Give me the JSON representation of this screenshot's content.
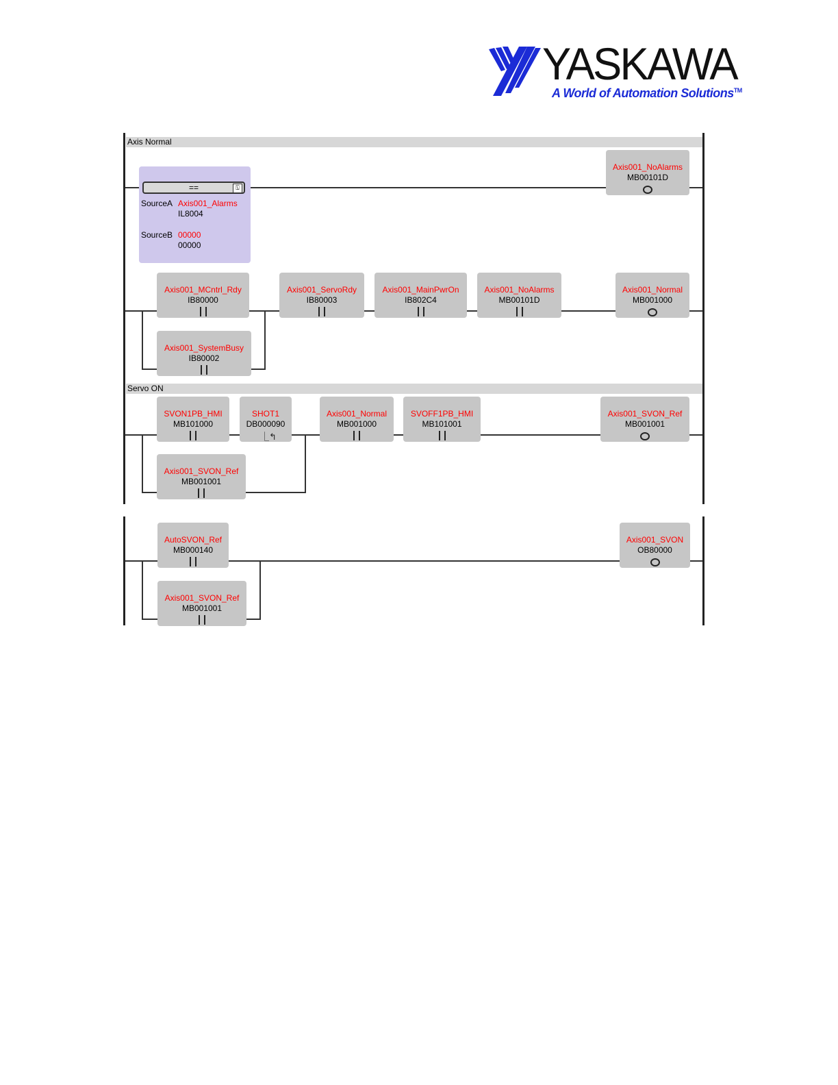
{
  "logo": {
    "name": "YASKAWA",
    "tagline": "A World of Automation Solutions",
    "trademark": "TM",
    "brand_color": "#1b2bd6"
  },
  "colors": {
    "label_red": "#ff0000",
    "element_gray": "#c6c6c6",
    "compare_purple": "#cfc8ec",
    "section_gray": "#d7d7d7"
  },
  "sections": [
    {
      "title": "Axis Normal"
    },
    {
      "title": "Servo ON"
    }
  ],
  "compare": {
    "operator": "==",
    "source_a_label": "SourceA",
    "source_a_name": "Axis001_Alarms",
    "source_a_addr": "IL8004",
    "source_b_label": "SourceB",
    "source_b_name": "00000",
    "source_b_addr": "00000"
  },
  "elements": {
    "noalarms_coil": {
      "label": "Axis001_NoAlarms",
      "addr": "MB00101D",
      "kind": "coil"
    },
    "mcntrl_rdy": {
      "label": "Axis001_MCntrl_Rdy",
      "addr": "IB80000",
      "kind": "contact"
    },
    "servo_rdy": {
      "label": "Axis001_ServoRdy",
      "addr": "IB80003",
      "kind": "contact"
    },
    "main_pwr_on": {
      "label": "Axis001_MainPwrOn",
      "addr": "IB802C4",
      "kind": "contact"
    },
    "noalarms_contact": {
      "label": "Axis001_NoAlarms",
      "addr": "MB00101D",
      "kind": "contact"
    },
    "normal_coil": {
      "label": "Axis001_Normal",
      "addr": "MB001000",
      "kind": "coil"
    },
    "system_busy": {
      "label": "Axis001_SystemBusy",
      "addr": "IB80002",
      "kind": "contact"
    },
    "svon1pb_hmi": {
      "label": "SVON1PB_HMI",
      "addr": "MB101000",
      "kind": "contact"
    },
    "shot1": {
      "label": "SHOT1",
      "addr": "DB000090",
      "kind": "edge"
    },
    "normal_contact": {
      "label": "Axis001_Normal",
      "addr": "MB001000",
      "kind": "contact"
    },
    "svoff1pb_hmi": {
      "label": "SVOFF1PB_HMI",
      "addr": "MB101001",
      "kind": "contact"
    },
    "svon_ref_coil": {
      "label": "Axis001_SVON_Ref",
      "addr": "MB001001",
      "kind": "coil"
    },
    "svon_ref_contact_1": {
      "label": "Axis001_SVON_Ref",
      "addr": "MB001001",
      "kind": "contact"
    },
    "autosvon_ref": {
      "label": "AutoSVON_Ref",
      "addr": "MB000140",
      "kind": "contact"
    },
    "svon_coil": {
      "label": "Axis001_SVON",
      "addr": "OB80000",
      "kind": "coil"
    },
    "svon_ref_contact_2": {
      "label": "Axis001_SVON_Ref",
      "addr": "MB001001",
      "kind": "contact"
    }
  }
}
